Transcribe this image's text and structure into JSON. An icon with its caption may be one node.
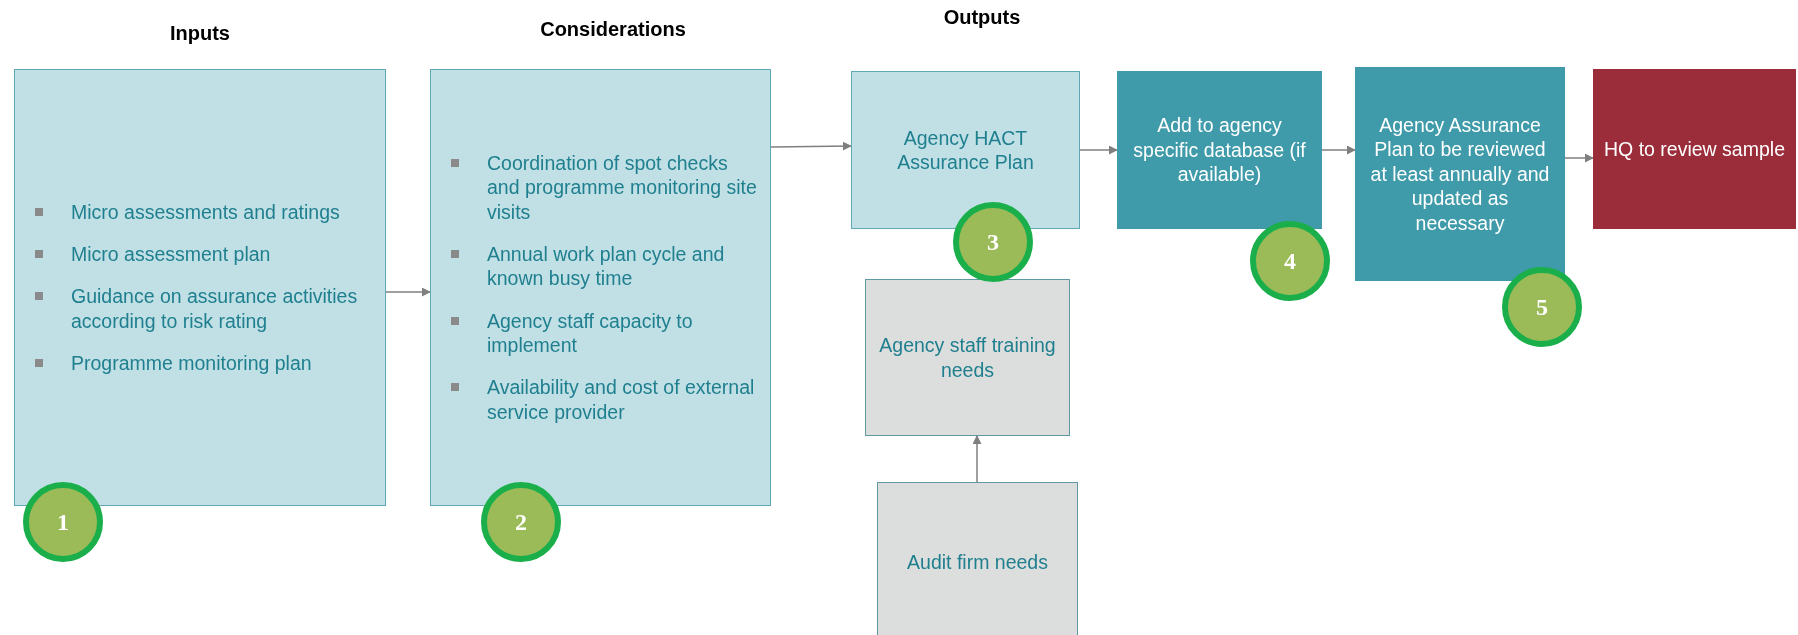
{
  "diagram": {
    "nodes": [
      {
        "text": [
          "Micro assessments and ratings",
          "Micro assessment plan",
          "Guidance on assurance activities according to risk rating",
          "Programme monitoring plan"
        ]
      },
      {
        "text": [
          "Coordination of spot checks and programme monitoring site visits",
          "Annual work plan cycle and known busy time",
          "Agency staff capacity to implement",
          " Availability and cost of external service provider"
        ]
      },
      {
        "text": [
          "Agency HACT Assurance Plan"
        ]
      },
      {
        "text": [
          "Add to agency specific database (if available)"
        ]
      },
      {
        "text": [
          "Agency Assurance Plan to be reviewed at least annually and updated as necessary"
        ]
      },
      {
        "text": [
          "HQ to review sample"
        ]
      },
      {
        "text": [
          "Agency staff training needs"
        ]
      },
      {
        "text": [
          "Audit firm needs"
        ]
      },
      {
        "text": [
          "1"
        ]
      },
      {
        "text": [
          "2"
        ]
      },
      {
        "text": [
          "3"
        ]
      },
      {
        "text": [
          "4"
        ]
      },
      {
        "text": [
          "5"
        ]
      }
    ],
    "edges": [
      {
        "from": 0,
        "to": 1,
        "arrow": "to"
      },
      {
        "from": 1,
        "to": 2,
        "arrow": "to"
      },
      {
        "from": 2,
        "to": 3,
        "arrow": "to"
      },
      {
        "from": 3,
        "to": 4,
        "arrow": "to"
      },
      {
        "from": 4,
        "to": 5,
        "arrow": "to"
      },
      {
        "from": 7,
        "to": 6,
        "arrow": "to"
      }
    ],
    "labels": [
      "Inputs",
      "Considerations",
      "Outputs"
    ]
  }
}
